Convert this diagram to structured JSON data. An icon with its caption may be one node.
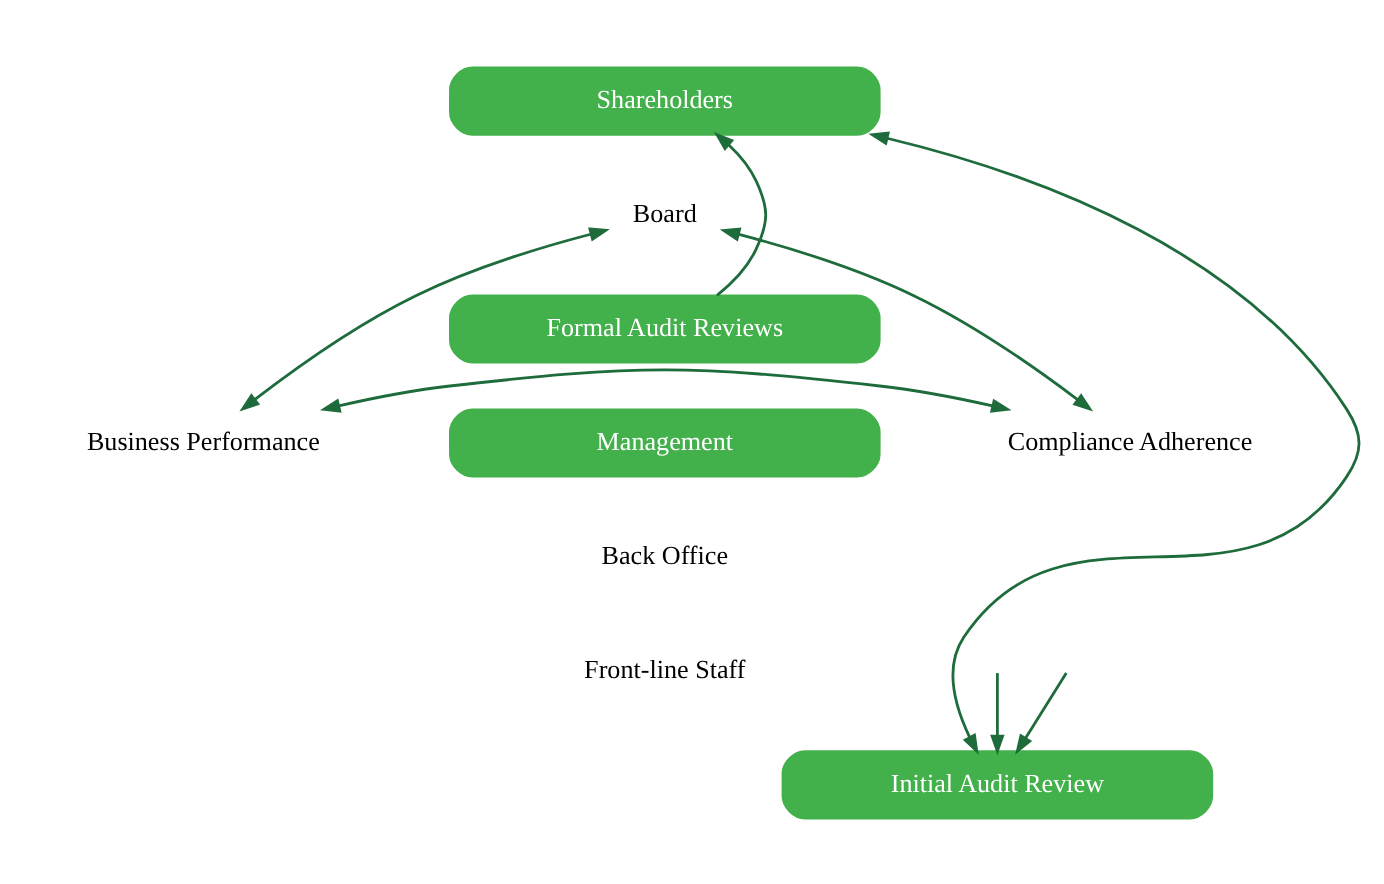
{
  "diagram": {
    "nodes": [
      {
        "text": [
          "Shareholders"
        ]
      },
      {
        "text": [
          "Board"
        ]
      },
      {
        "text": [
          "Formal Audit Reviews"
        ]
      },
      {
        "text": [
          "Business Performance"
        ]
      },
      {
        "text": [
          "Management"
        ]
      },
      {
        "text": [
          "Compliance Adherence"
        ]
      },
      {
        "text": [
          "Back Office"
        ]
      },
      {
        "text": [
          "Front-line Staff"
        ]
      },
      {
        "text": [
          "Initial Audit Review"
        ]
      }
    ],
    "edges": [
      {
        "from": 1,
        "to": 3,
        "arrow": "both"
      },
      {
        "from": 1,
        "to": 5,
        "arrow": "both"
      },
      {
        "from": 2,
        "to": 0,
        "arrow": "to"
      },
      {
        "from": 3,
        "to": 5,
        "arrow": "both"
      },
      {
        "from": 8,
        "to": 0,
        "arrow": "both"
      },
      {
        "from": null,
        "to": 8,
        "arrow": "to"
      },
      {
        "from": null,
        "to": 8,
        "arrow": "to"
      }
    ]
  }
}
